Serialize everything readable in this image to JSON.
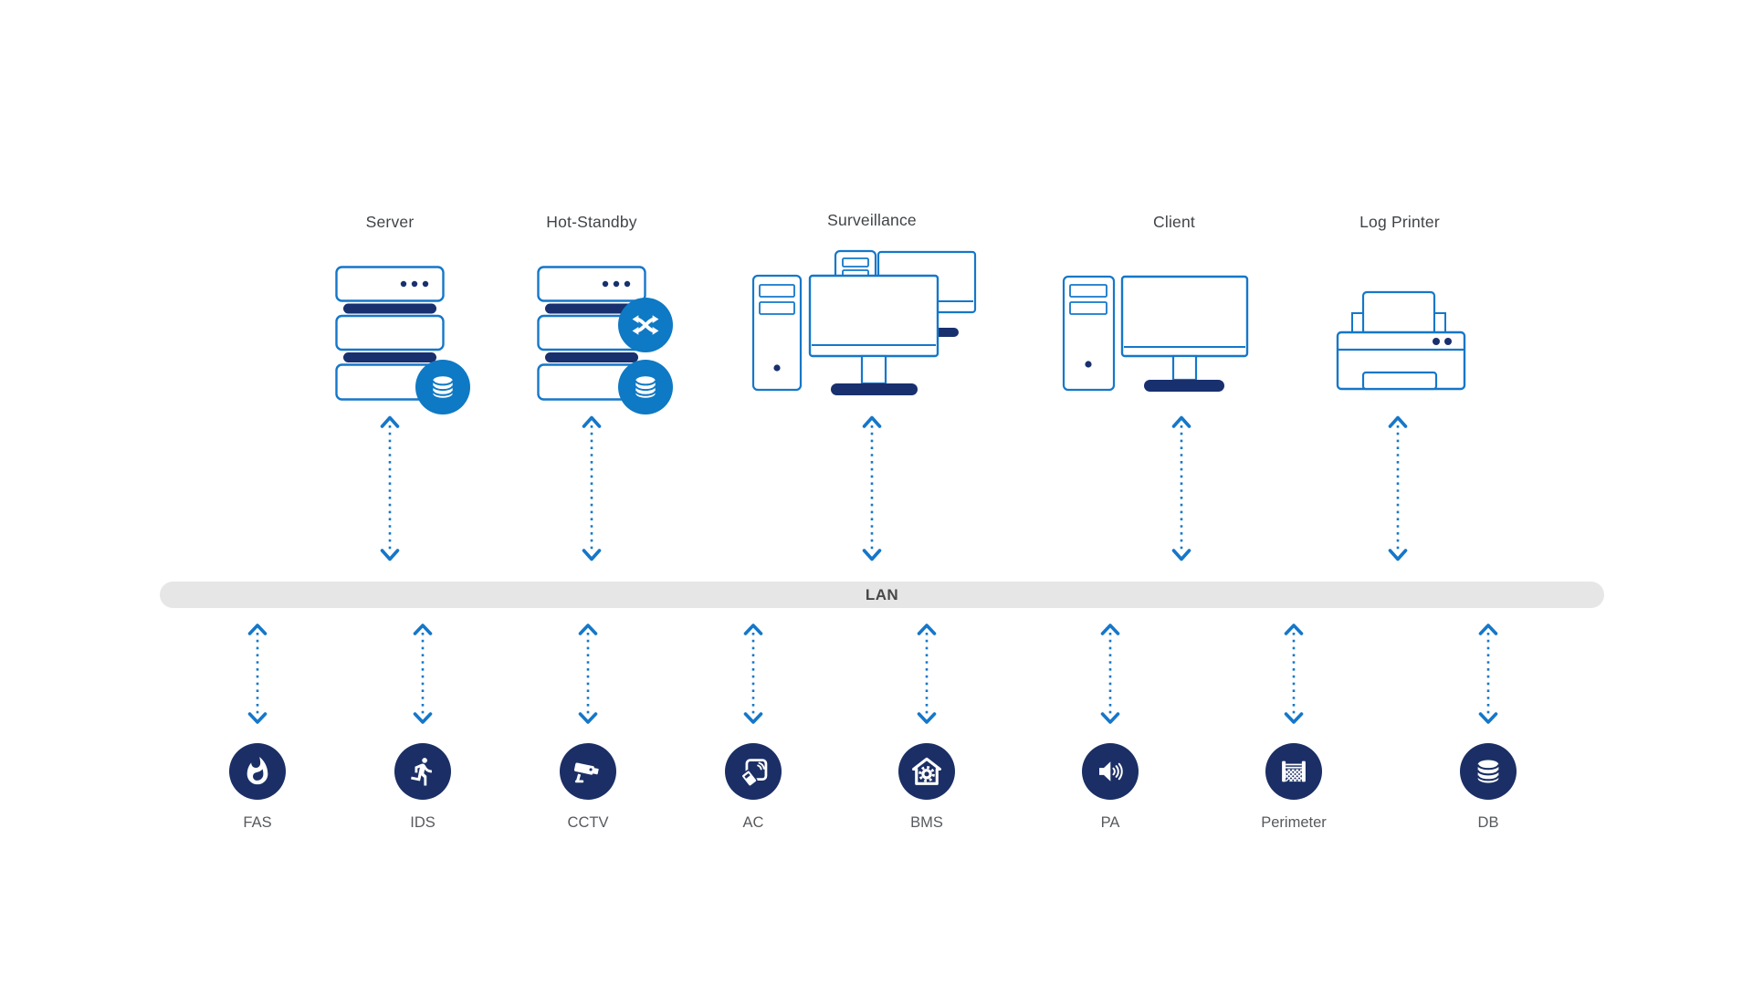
{
  "diagram_type": "network-architecture",
  "lan": {
    "label": "LAN"
  },
  "top_nodes": [
    {
      "id": "server",
      "label": "Server",
      "icon": "server-stack-icon",
      "badges": [
        "database-badge"
      ]
    },
    {
      "id": "hot-standby",
      "label": "Hot-Standby",
      "icon": "server-stack-icon",
      "badges": [
        "sync-badge",
        "database-badge"
      ]
    },
    {
      "id": "surveillance",
      "label": "Surveillance",
      "icon": "surveillance-workstation-icon",
      "badges": []
    },
    {
      "id": "client",
      "label": "Client",
      "icon": "workstation-icon",
      "badges": []
    },
    {
      "id": "log-printer",
      "label": "Log Printer",
      "icon": "printer-icon",
      "badges": []
    }
  ],
  "bottom_nodes": [
    {
      "id": "fas",
      "label": "FAS",
      "icon": "fire-icon"
    },
    {
      "id": "ids",
      "label": "IDS",
      "icon": "running-person-icon"
    },
    {
      "id": "cctv",
      "label": "CCTV",
      "icon": "security-camera-icon"
    },
    {
      "id": "ac",
      "label": "AC",
      "icon": "access-card-reader-icon"
    },
    {
      "id": "bms",
      "label": "BMS",
      "icon": "house-gear-icon"
    },
    {
      "id": "pa",
      "label": "PA",
      "icon": "speaker-icon"
    },
    {
      "id": "perimeter",
      "label": "Perimeter",
      "icon": "fence-icon"
    },
    {
      "id": "db",
      "label": "DB",
      "icon": "database-icon"
    }
  ],
  "links": [
    {
      "from": "server",
      "to": "lan",
      "style": "dotted-double-arrow"
    },
    {
      "from": "hot-standby",
      "to": "lan",
      "style": "dotted-double-arrow"
    },
    {
      "from": "surveillance",
      "to": "lan",
      "style": "dotted-double-arrow"
    },
    {
      "from": "client",
      "to": "lan",
      "style": "dotted-double-arrow"
    },
    {
      "from": "log-printer",
      "to": "lan",
      "style": "dotted-double-arrow"
    },
    {
      "from": "lan",
      "to": "fas",
      "style": "dotted-double-arrow"
    },
    {
      "from": "lan",
      "to": "ids",
      "style": "dotted-double-arrow"
    },
    {
      "from": "lan",
      "to": "cctv",
      "style": "dotted-double-arrow"
    },
    {
      "from": "lan",
      "to": "ac",
      "style": "dotted-double-arrow"
    },
    {
      "from": "lan",
      "to": "bms",
      "style": "dotted-double-arrow"
    },
    {
      "from": "lan",
      "to": "pa",
      "style": "dotted-double-arrow"
    },
    {
      "from": "lan",
      "to": "perimeter",
      "style": "dotted-double-arrow"
    },
    {
      "from": "lan",
      "to": "db",
      "style": "dotted-double-arrow"
    }
  ],
  "colors": {
    "outline_blue": "#1577C9",
    "navy_fill": "#18306E",
    "circle_navy": "#1B2F66",
    "badge_blue": "#0E79C4",
    "lan_bar_bg": "#E6E6E6",
    "lan_text": "#474747",
    "top_label": "#404448",
    "bottom_label": "#56595D",
    "background": "#FFFFFF"
  }
}
